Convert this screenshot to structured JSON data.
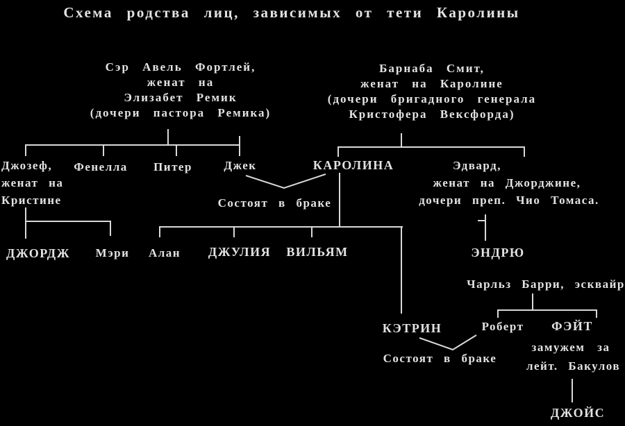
{
  "title": "Схема родства лиц, зависимых от тети Каролины",
  "left_ancestors": {
    "line1": "Сэр Авель Фортлей,",
    "line2": "женат на",
    "line3": "Элизабет Ремик",
    "line4": "(дочери пастора Ремика)"
  },
  "right_ancestors": {
    "line1": "Барнаба Смит,",
    "line2": "женат на Каролине",
    "line3": "(дочери бригадного генерала",
    "line4": "Кристофера Вексфорда)"
  },
  "generation1": {
    "joseph_line1": "Джозеф,",
    "joseph_line2": "женат на",
    "joseph_line3": "Кристине",
    "fenella": "Фенелла",
    "peter": "Питер",
    "jack": "Джек",
    "carolina": "КАРОЛИНА",
    "edward_line1": "Эдвард,",
    "edward_line2": "женат на Джорджине,",
    "edward_line3": "дочери преп. Чио Томаса.",
    "marriage_note": "Состоят в браке"
  },
  "generation2": {
    "george": "ДЖОРДЖ",
    "mary": "Мэри",
    "alan": "Алан",
    "julia": "ДЖУЛИЯ",
    "william": "ВИЛЬЯМ",
    "andrew": "ЭНДРЮ"
  },
  "barry": "Чарльз Барри, эсквайр",
  "generation3": {
    "katrin": "КЭТРИН",
    "robert": "Роберт",
    "faith_line1": "ФЭЙТ",
    "faith_line2": "замужем за",
    "faith_line3": "лейт. Бакулов",
    "marriage_note": "Состоят в браке"
  },
  "generation4": {
    "joyce": "ДЖОЙС"
  }
}
